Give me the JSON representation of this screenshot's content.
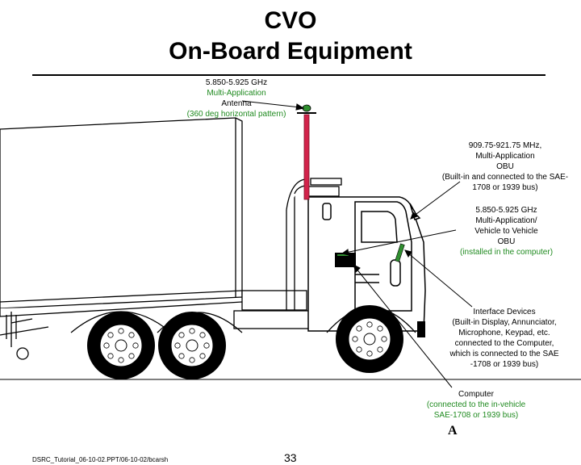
{
  "title": {
    "line1": "CVO",
    "line2": "On-Board Equipment"
  },
  "antenna_label": {
    "freq": "5.850-5.925 GHz",
    "type": "Multi-Application",
    "name": "Antenna",
    "pattern": "(360 deg horizontal pattern)"
  },
  "obu_label": {
    "freq": "909.75-921.75 MHz,",
    "type": "Multi-Application",
    "name": "OBU",
    "desc1": "(Built-in and connected to the SAE-",
    "desc2": "1708 or 1939 bus)"
  },
  "v2v_label": {
    "freq": "5.850-5.925 GHz",
    "type": "Multi-Application/",
    "sub": "Vehicle to Vehicle",
    "name": "OBU",
    "install": "(installed in the computer)"
  },
  "interface_label": {
    "name": "Interface Devices",
    "l1": "(Built-in Display, Annunciator,",
    "l2": "Microphone, Keypad, etc.",
    "l3": "connected to the Computer,",
    "l4": "which is connected to the SAE",
    "l5": "-1708 or 1939 bus)"
  },
  "computer_label": {
    "name": "Computer",
    "l1": "(connected to the in-vehicle",
    "l2": "SAE-1708 or 1939 bus)"
  },
  "letter": "A",
  "footer": "DSRC_Tutorial_06-10-02.PPT/06-10-02/bcarsh",
  "page_number": "33",
  "colors": {
    "accent_green": "#1f8a1f",
    "antenna_mast": "#d2234a",
    "device_green": "#2f8f2f"
  }
}
